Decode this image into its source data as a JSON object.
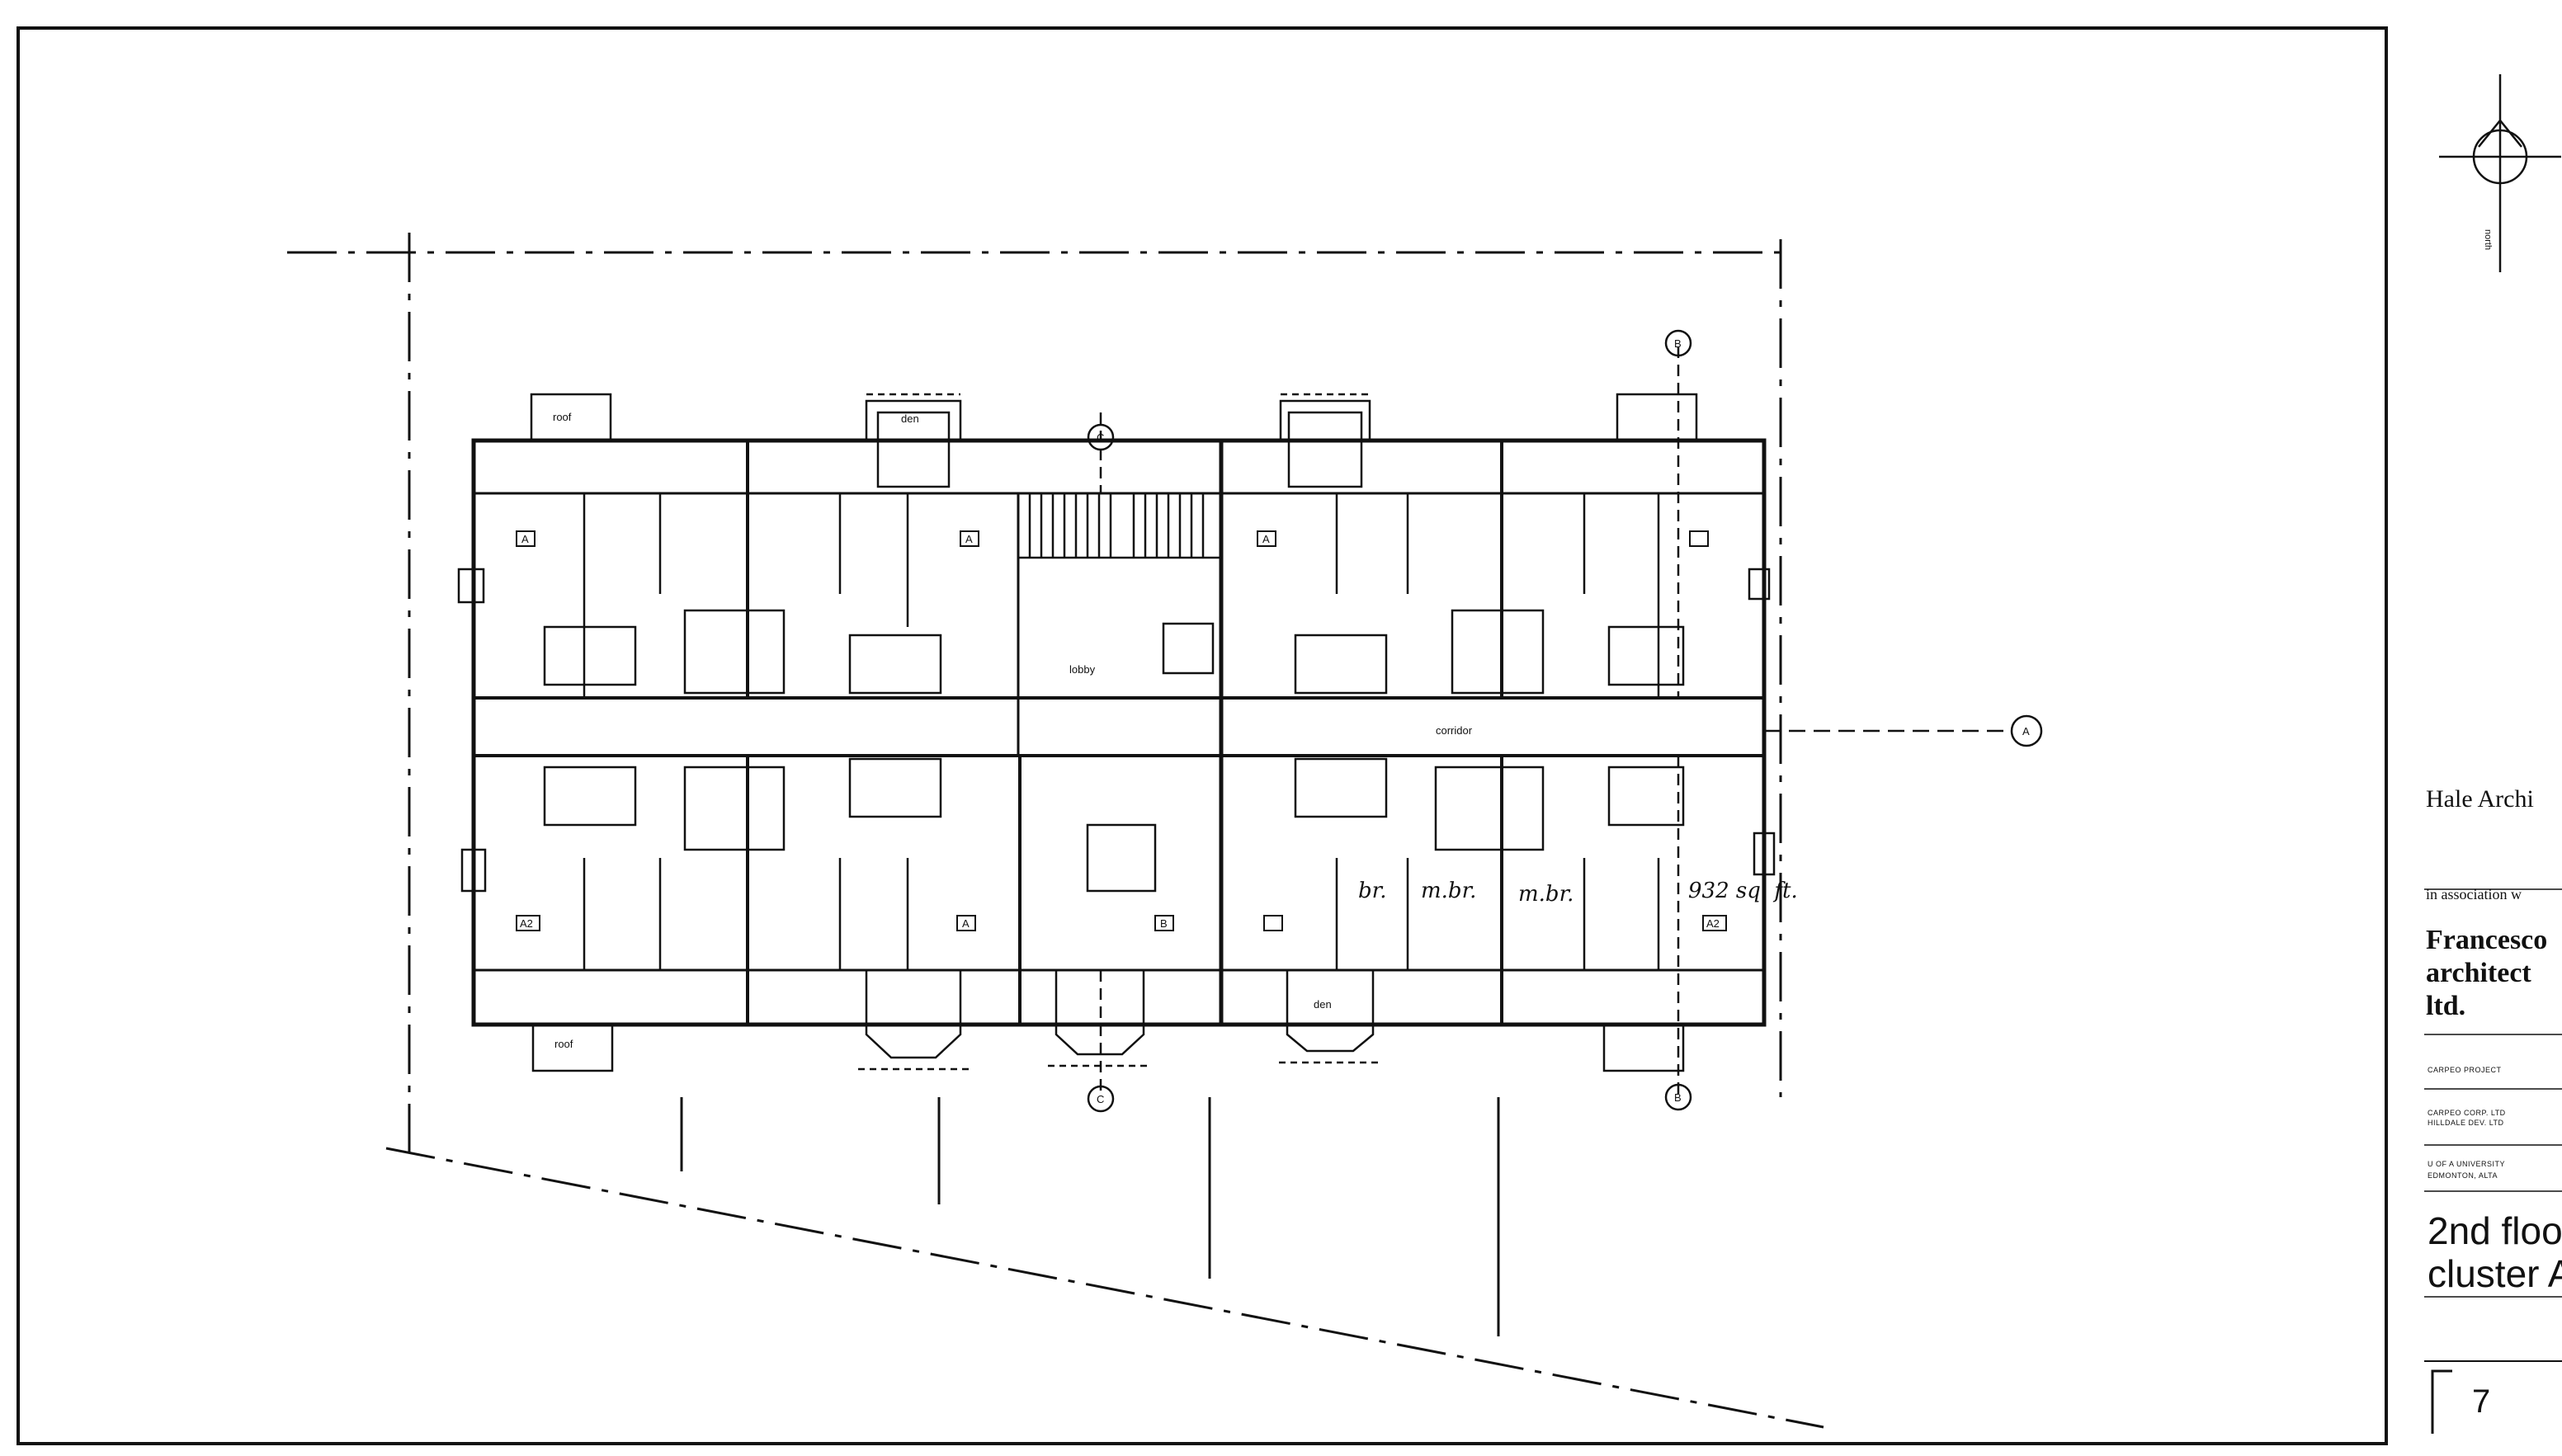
{
  "drawing": {
    "room_labels": {
      "lobby": "lobby",
      "corridor": "corridor",
      "den": "den",
      "roof": "roof"
    },
    "unit_tags": {
      "a": "A",
      "a2": "A2",
      "b": "B"
    },
    "handwritten": {
      "br": "br.",
      "mbr1": "m.br.",
      "mbr2": "m.br.",
      "area": "932 sq. ft."
    },
    "section_markers": {
      "a": "A",
      "b": "B",
      "c": "C"
    }
  },
  "north_arrow": {
    "label": "north"
  },
  "title_block": {
    "firm": "Hale Archi",
    "association": "in association w",
    "associate_logo_lines": [
      "Francesco",
      "architect",
      "ltd."
    ],
    "project_label": "CARPEO PROJECT",
    "client_lines": [
      "CARPEO CORP. LTD",
      "HILLDALE DEV. LTD"
    ],
    "location_lines": [
      "U OF A UNIVERSITY",
      "EDMONTON, ALTA"
    ],
    "drawing_title_line1": "2nd floo",
    "drawing_title_line2": "cluster A",
    "sheet_number": "7"
  },
  "colors": {
    "ink": "#111111",
    "paper": "#ffffff"
  }
}
